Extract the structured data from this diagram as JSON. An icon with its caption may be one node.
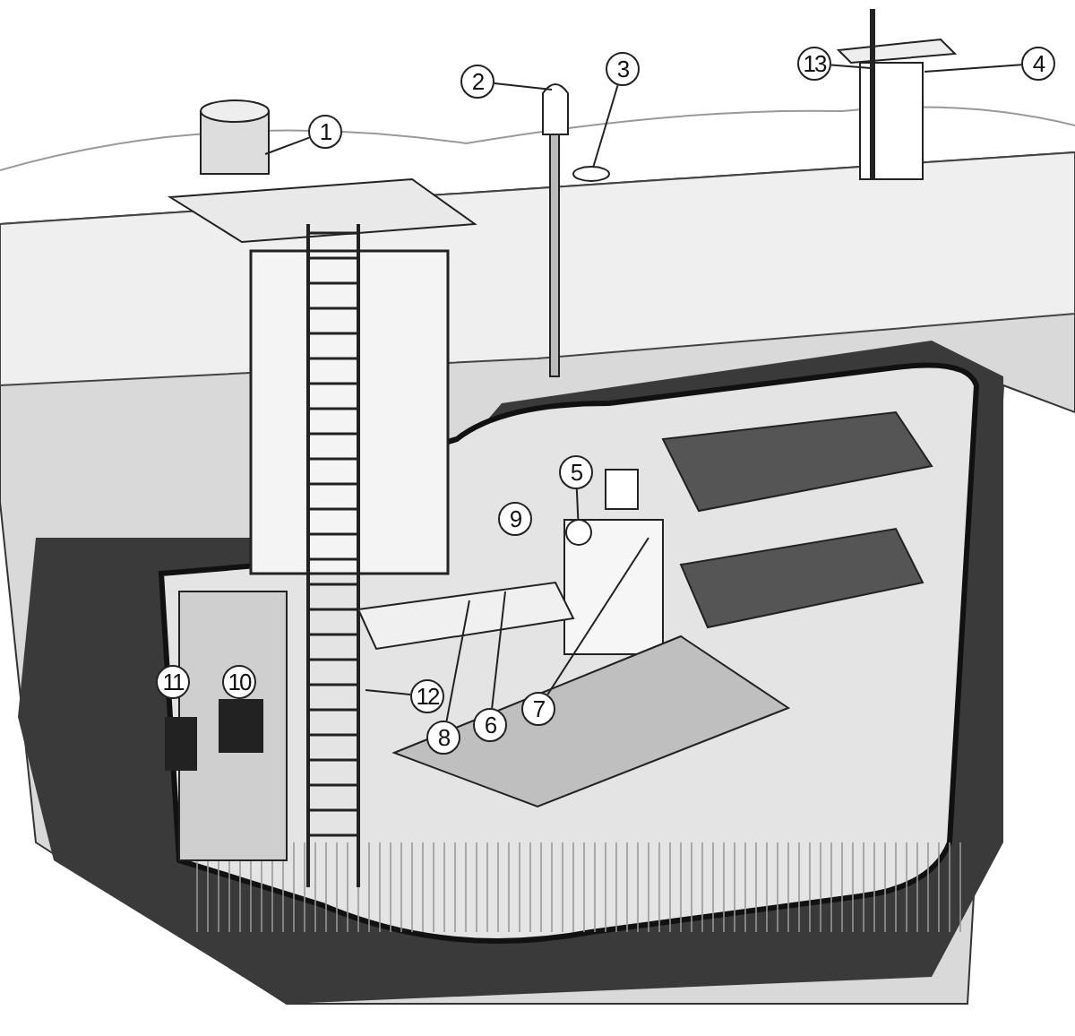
{
  "diagram": {
    "nodes": [
      {
        "text": [
          "1"
        ]
      },
      {
        "text": [
          "2"
        ]
      },
      {
        "text": [
          "3"
        ]
      },
      {
        "text": [
          "4"
        ]
      },
      {
        "text": [
          "5"
        ]
      },
      {
        "text": [
          "6"
        ]
      },
      {
        "text": [
          "7"
        ]
      },
      {
        "text": [
          "8"
        ]
      },
      {
        "text": [
          "9"
        ]
      },
      {
        "text": [
          "10"
        ]
      },
      {
        "text": [
          "11"
        ]
      },
      {
        "text": [
          "12"
        ]
      },
      {
        "text": [
          "13"
        ]
      },
      {
        "text": [],
        "shape": "circle"
      },
      {
        "text": [],
        "shape": "circle"
      }
    ],
    "edges": [
      {
        "from": 0,
        "to": null,
        "arrow": "none"
      },
      {
        "from": 1,
        "to": null,
        "arrow": "none"
      },
      {
        "from": 2,
        "to": 13,
        "arrow": "none"
      },
      {
        "from": 3,
        "to": null,
        "arrow": "none"
      },
      {
        "from": 4,
        "to": 14,
        "arrow": "none"
      },
      {
        "from": 5,
        "to": null,
        "arrow": "none"
      },
      {
        "from": 6,
        "to": null,
        "arrow": "none"
      },
      {
        "from": 7,
        "to": null,
        "arrow": "none"
      },
      {
        "from": 11,
        "to": null,
        "arrow": "none"
      },
      {
        "from": 12,
        "to": null,
        "arrow": "none"
      }
    ]
  }
}
